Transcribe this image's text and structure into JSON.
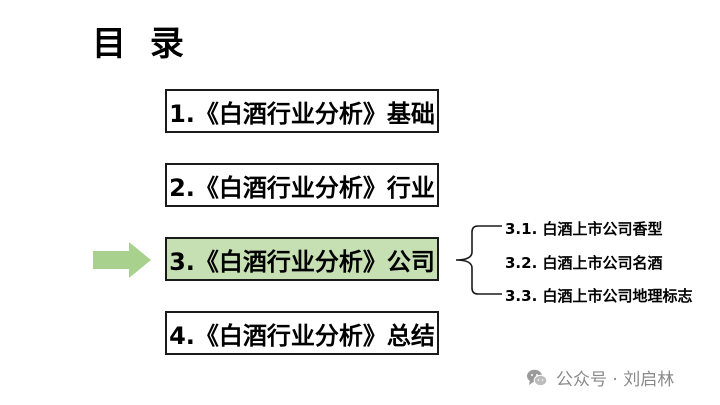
{
  "title": "目 录",
  "items": [
    {
      "label": "1.《白酒行业分析》基础",
      "active": false
    },
    {
      "label": "2.《白酒行业分析》行业",
      "active": false
    },
    {
      "label": "3.《白酒行业分析》公司",
      "active": true
    },
    {
      "label": "4.《白酒行业分析》总结",
      "active": false
    }
  ],
  "subitems": [
    {
      "label": "3.1. 白酒上市公司香型"
    },
    {
      "label": "3.2. 白酒上市公司名酒"
    },
    {
      "label": "3.3. 白酒上市公司地理标志"
    }
  ],
  "watermark": {
    "text": "公众号 · 刘启林",
    "icon": "wechat-icon"
  },
  "colors": {
    "active_fill": "#c6e0b4",
    "arrow": "#a9d18e",
    "border": "#1a1a1a"
  }
}
